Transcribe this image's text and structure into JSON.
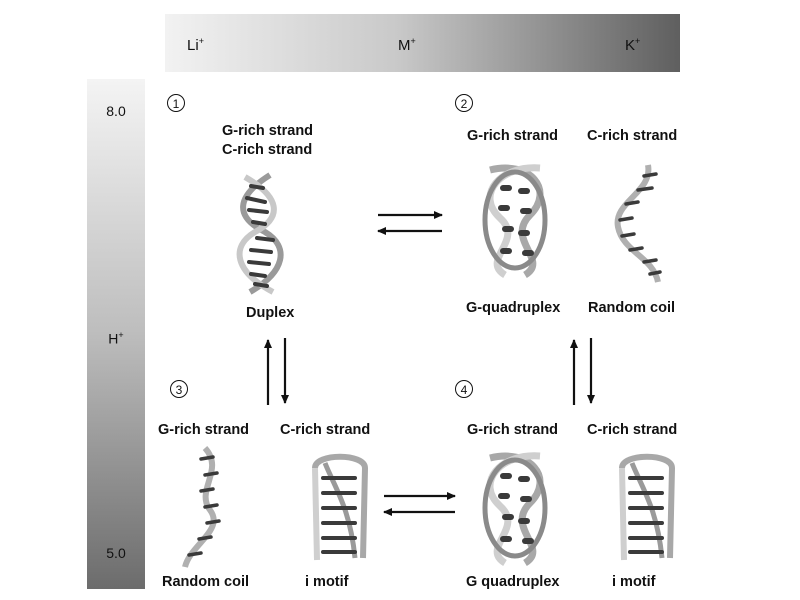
{
  "top_bar": {
    "li": "Li",
    "li_sup": "+",
    "m": "M",
    "m_sup": "+",
    "k": "K",
    "k_sup": "+"
  },
  "side_bar": {
    "ph_high": "8.0",
    "h": "H",
    "h_sup": "+",
    "ph_low": "5.0"
  },
  "states": [
    {
      "number": "1",
      "labels": [
        "G-rich strand",
        "C-rich strand"
      ],
      "structures": [
        "Duplex"
      ]
    },
    {
      "number": "2",
      "labels": [
        "G-rich strand",
        "C-rich strand"
      ],
      "structures": [
        "G-quadruplex",
        "Random coil"
      ]
    },
    {
      "number": "3",
      "labels": [
        "G-rich strand",
        "C-rich strand"
      ],
      "structures": [
        "Random coil",
        "i motif"
      ]
    },
    {
      "number": "4",
      "labels": [
        "G-rich strand",
        "C-rich strand"
      ],
      "structures": [
        "G quadruplex",
        "i motif"
      ]
    }
  ],
  "icons": {
    "duplex": "double-helix-icon",
    "gquad": "g-quadruplex-icon",
    "coil": "random-coil-icon",
    "imotif": "i-motif-icon",
    "equilibrium": "equilibrium-arrows-icon"
  }
}
